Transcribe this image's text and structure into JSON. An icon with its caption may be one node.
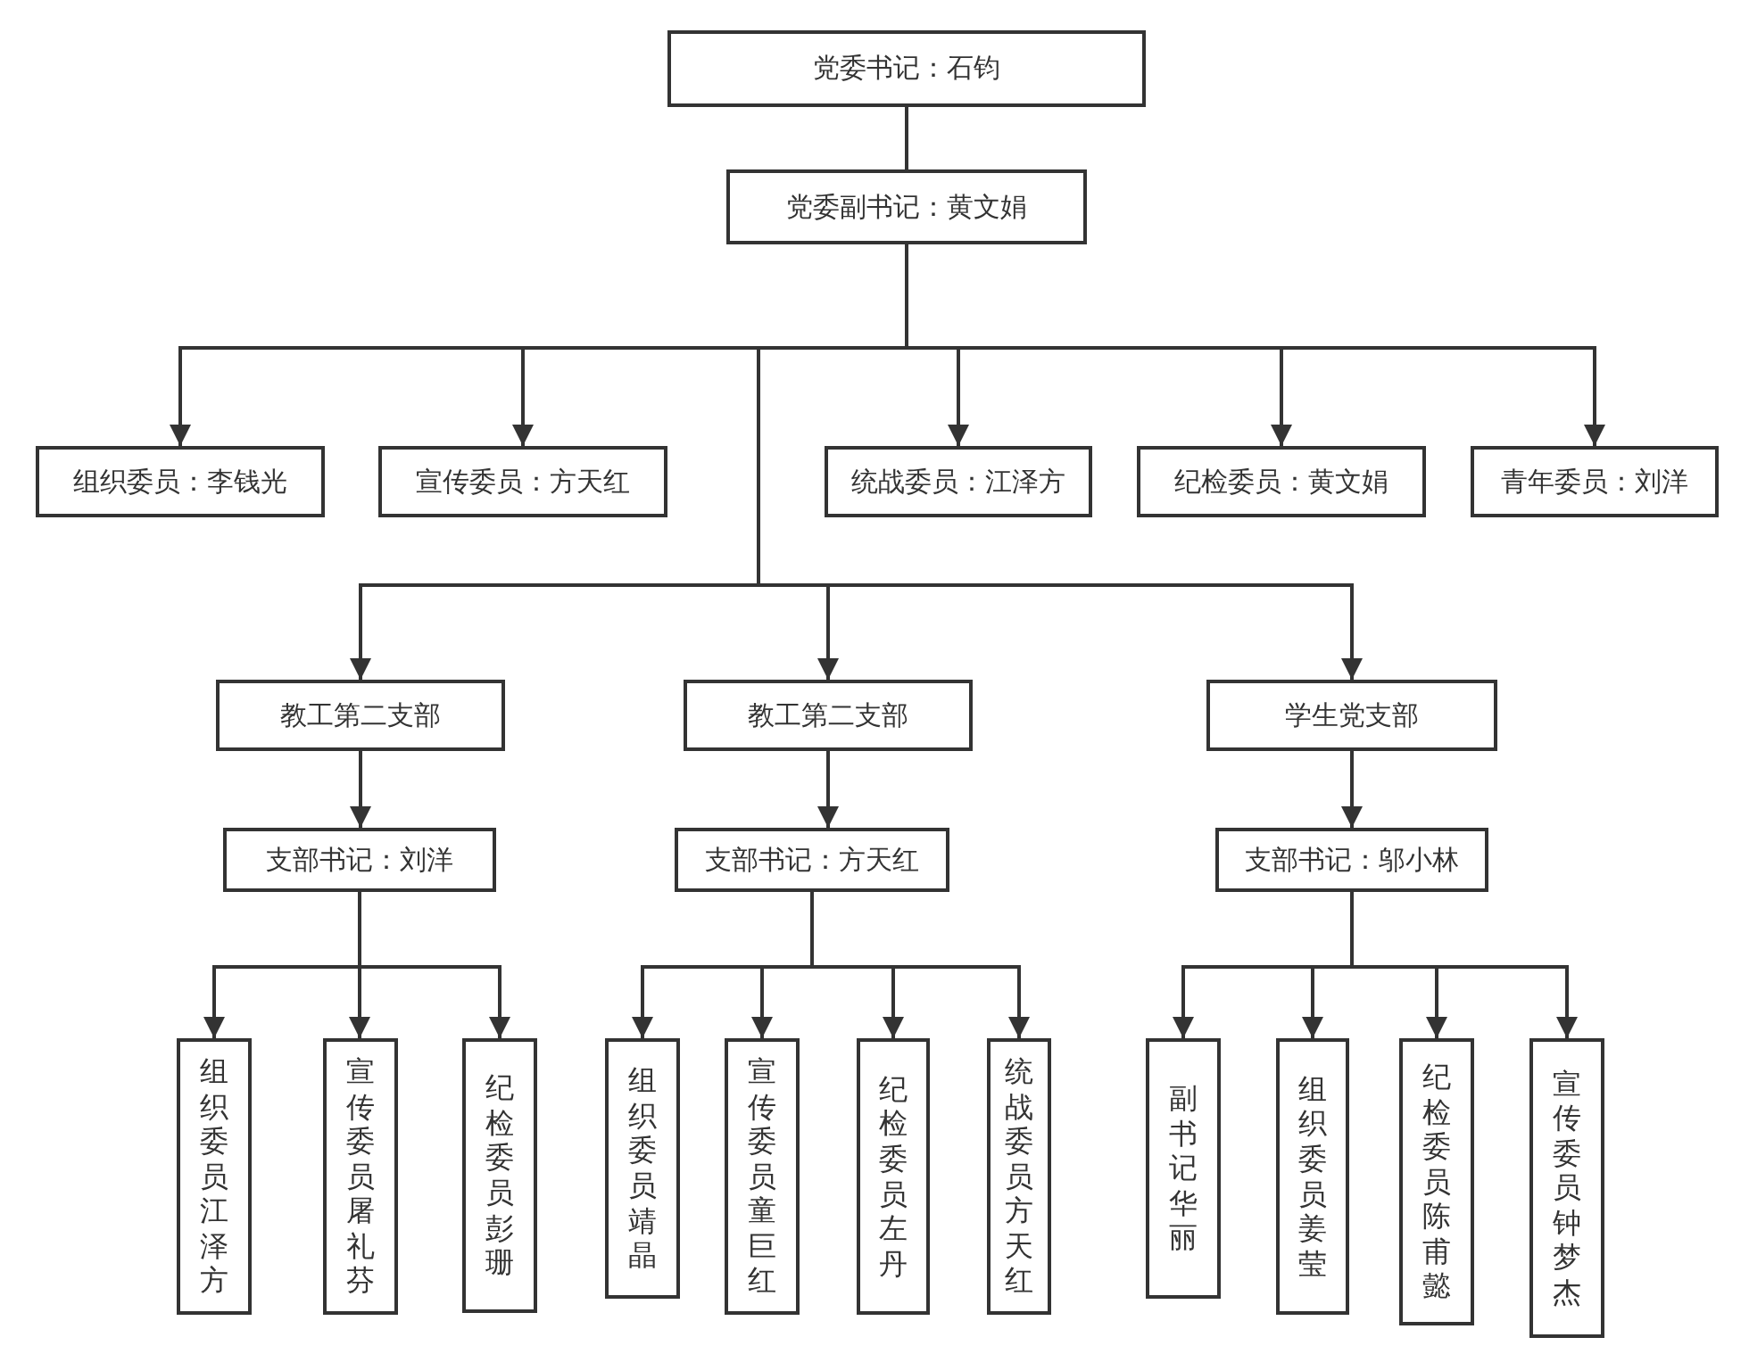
{
  "diagram": {
    "nodes": [
      {
        "text": [
          "党委书记：石钧"
        ]
      },
      {
        "text": [
          "党委副书记：黄文娟"
        ]
      },
      {
        "text": [
          "组织委员：李钱光"
        ]
      },
      {
        "text": [
          "宣传委员：方天红"
        ]
      },
      {
        "text": [
          "统战委员：江泽方"
        ]
      },
      {
        "text": [
          "纪检委员：黄文娟"
        ]
      },
      {
        "text": [
          "青年委员：刘洋"
        ]
      },
      {
        "text": [
          "教工第二支部"
        ]
      },
      {
        "text": [
          "教工第二支部"
        ]
      },
      {
        "text": [
          "学生党支部"
        ]
      },
      {
        "text": [
          "支部书记：刘洋"
        ]
      },
      {
        "text": [
          "支部书记：方天红"
        ]
      },
      {
        "text": [
          "支部书记：邬小林"
        ]
      },
      {
        "text": [
          "组织委员江泽方"
        ]
      },
      {
        "text": [
          "宣传委员屠礼芬"
        ]
      },
      {
        "text": [
          "纪检委员彭珊"
        ]
      },
      {
        "text": [
          "组织委员靖晶"
        ]
      },
      {
        "text": [
          "宣传委员童巨红"
        ]
      },
      {
        "text": [
          "纪检委员左丹"
        ]
      },
      {
        "text": [
          "统战委员方天红"
        ]
      },
      {
        "text": [
          "副书记华丽"
        ]
      },
      {
        "text": [
          "组织委员姜莹"
        ]
      },
      {
        "text": [
          "纪检委员陈甫懿"
        ]
      },
      {
        "text": [
          "宣传委员钟梦杰"
        ]
      }
    ],
    "edges": [
      {
        "from": 0,
        "to": 1,
        "arrow": "none"
      },
      {
        "from": 1,
        "to": 2,
        "arrow": "to"
      },
      {
        "from": 1,
        "to": 3,
        "arrow": "to"
      },
      {
        "from": 1,
        "to": 4,
        "arrow": "to"
      },
      {
        "from": 1,
        "to": 5,
        "arrow": "to"
      },
      {
        "from": 1,
        "to": 6,
        "arrow": "to"
      },
      {
        "from": 1,
        "to": 7,
        "arrow": "to"
      },
      {
        "from": 1,
        "to": 8,
        "arrow": "to"
      },
      {
        "from": 1,
        "to": 9,
        "arrow": "to"
      },
      {
        "from": 7,
        "to": 10,
        "arrow": "to"
      },
      {
        "from": 8,
        "to": 11,
        "arrow": "to"
      },
      {
        "from": 9,
        "to": 12,
        "arrow": "to"
      },
      {
        "from": 10,
        "to": 13,
        "arrow": "to"
      },
      {
        "from": 10,
        "to": 14,
        "arrow": "to"
      },
      {
        "from": 10,
        "to": 15,
        "arrow": "to"
      },
      {
        "from": 11,
        "to": 16,
        "arrow": "to"
      },
      {
        "from": 11,
        "to": 17,
        "arrow": "to"
      },
      {
        "from": 11,
        "to": 18,
        "arrow": "to"
      },
      {
        "from": 11,
        "to": 19,
        "arrow": "to"
      },
      {
        "from": 12,
        "to": 20,
        "arrow": "to"
      },
      {
        "from": 12,
        "to": 21,
        "arrow": "to"
      },
      {
        "from": 12,
        "to": 22,
        "arrow": "to"
      },
      {
        "from": 12,
        "to": 23,
        "arrow": "to"
      }
    ]
  }
}
